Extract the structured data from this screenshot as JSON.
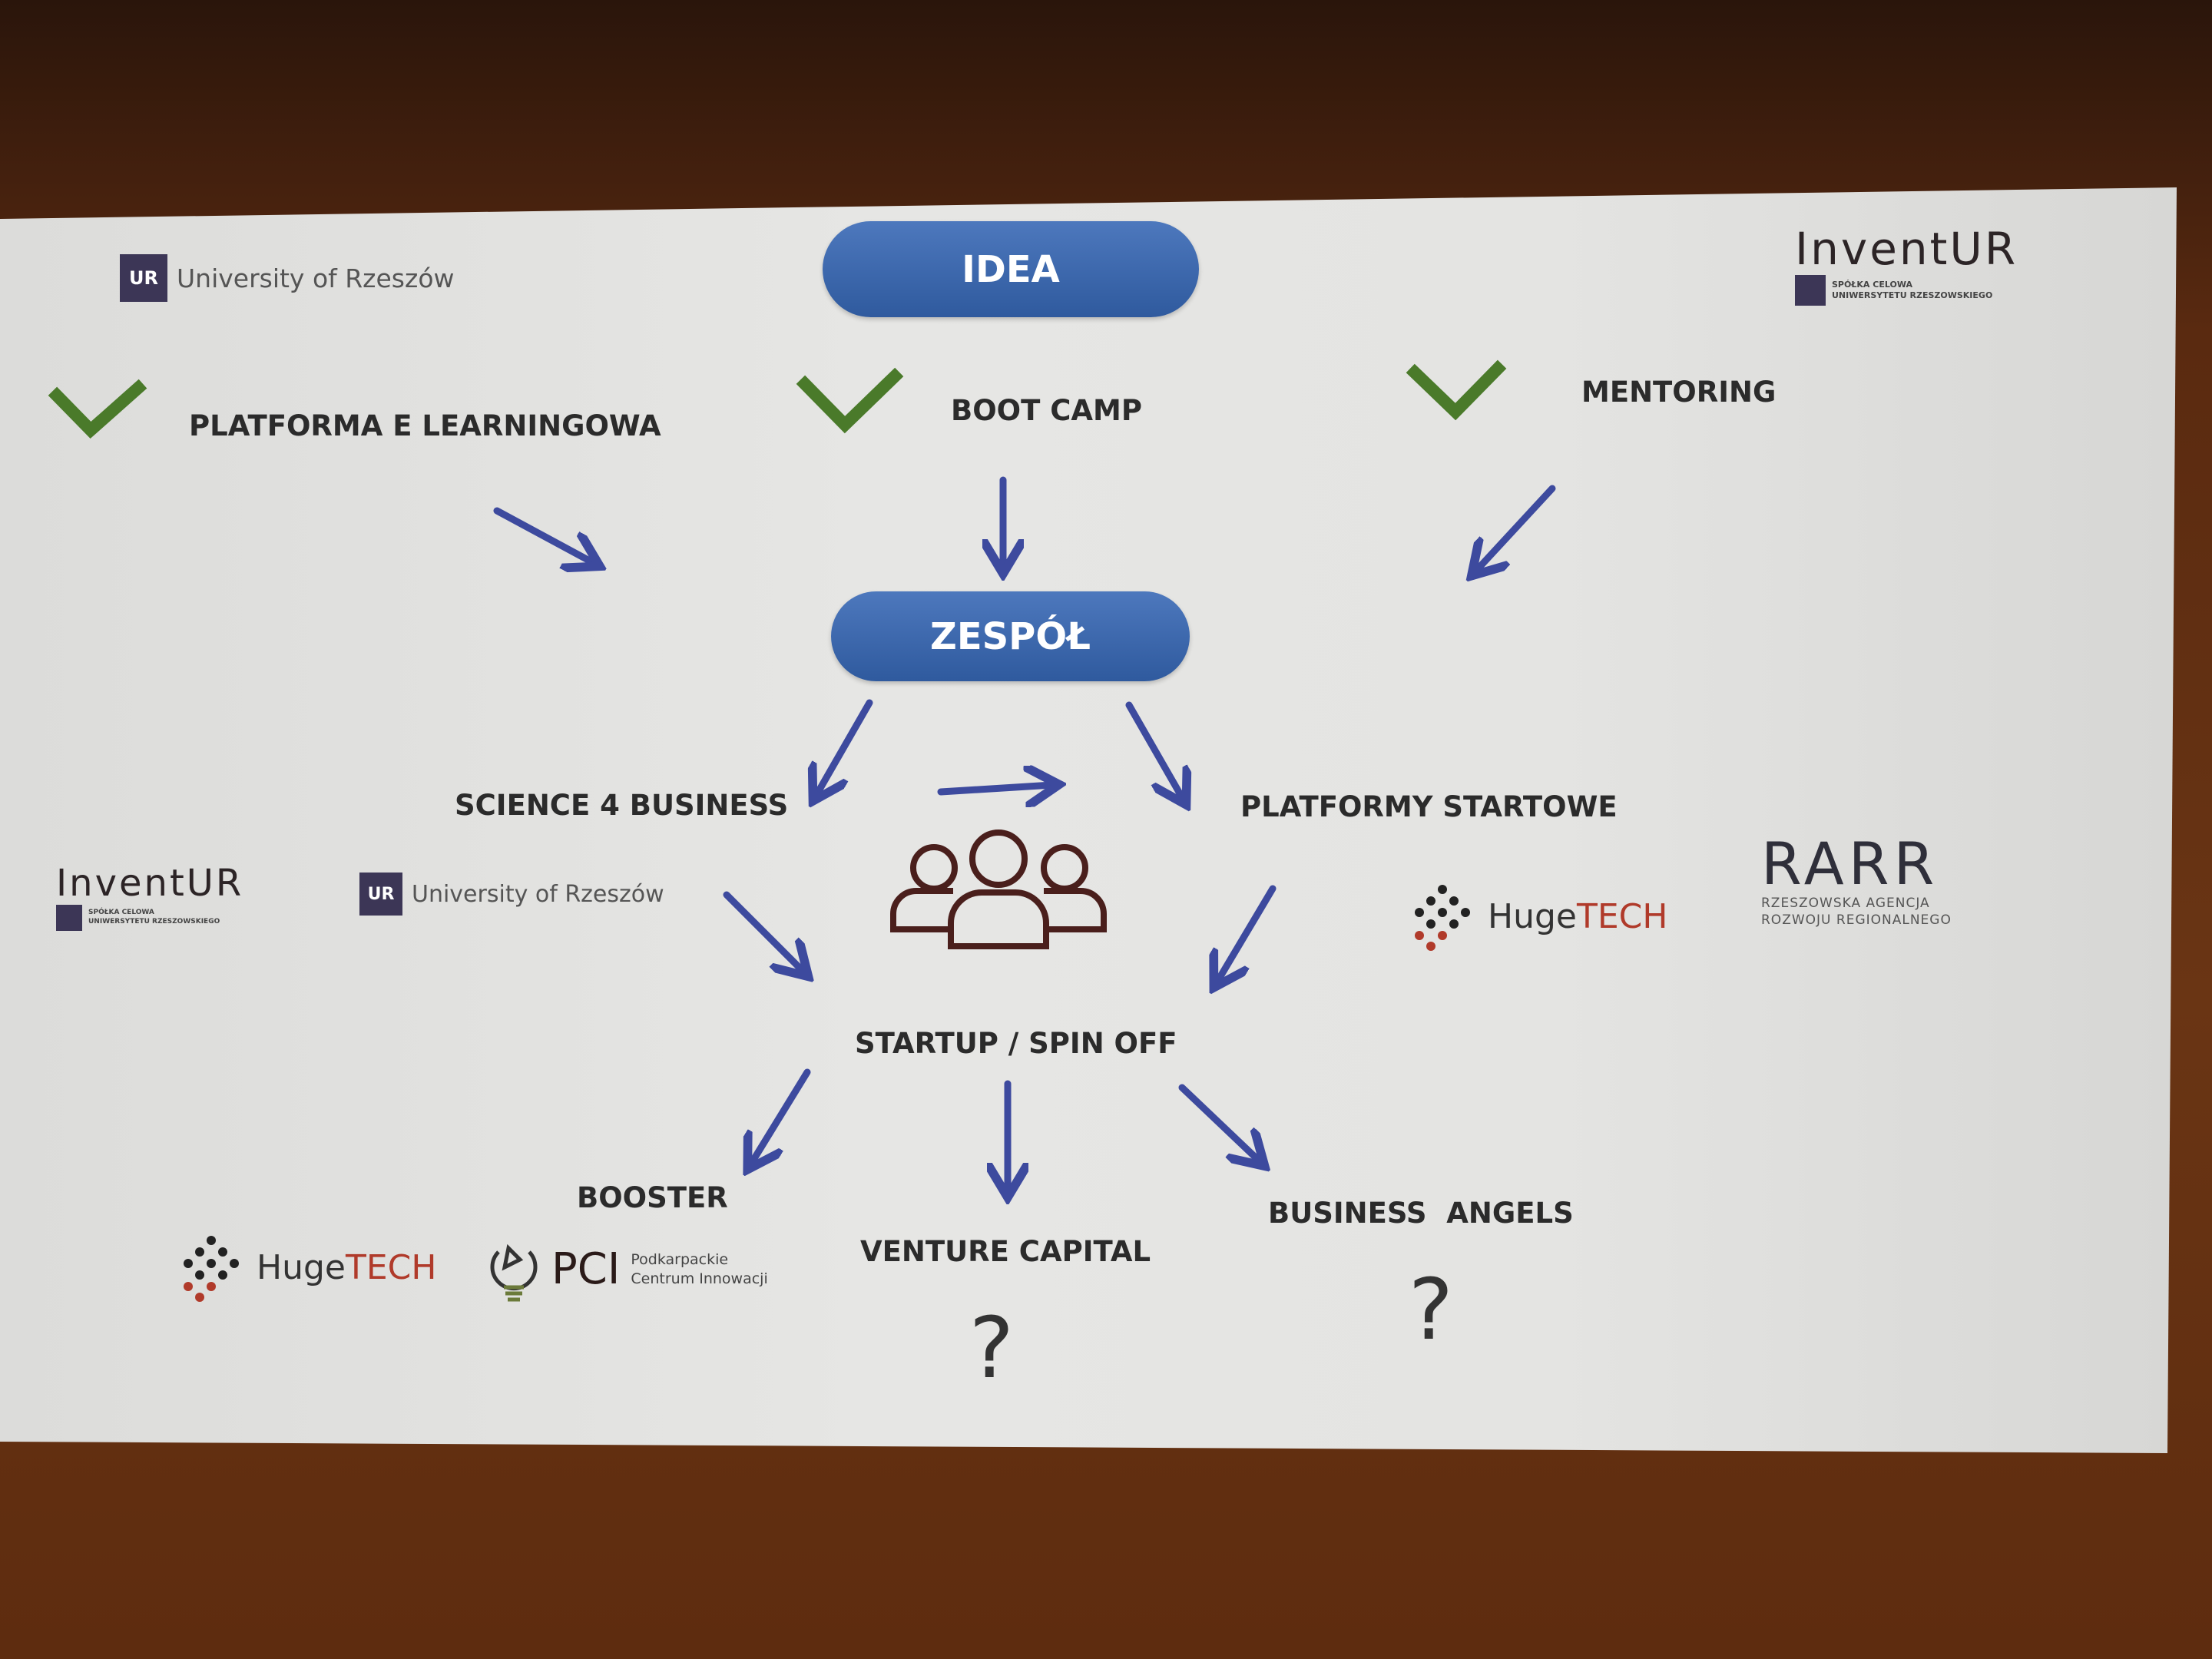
{
  "slide": {
    "idea": "IDEA",
    "team": "ZESPÓŁ",
    "checks": [
      "PLATFORMA E LEARNINGOWA",
      "BOOT CAMP",
      "MENTORING"
    ],
    "science": "SCIENCE 4 BUSINESS",
    "platforms": "PLATFORMY STARTOWE",
    "startup": "STARTUP / SPIN OFF",
    "booster": "BOOSTER",
    "vc": "VENTURE CAPITAL",
    "angels": "BUSINESS  ANGELS",
    "question": "?"
  },
  "logos": {
    "ur_mark": "UR",
    "ur_name": "University of Rzeszów",
    "inventur": "InventUR",
    "inventur_sub1": "SPÓŁKA CELOWA",
    "inventur_sub2": "UNIWERSYTETU RZESZOWSKIEGO",
    "huge_a": "Huge",
    "huge_b": "TECH",
    "rarr": "RARR",
    "rarr_sub1": "RZESZOWSKA AGENCJA",
    "rarr_sub2": "ROZWOJU REGIONALNEGO",
    "pci": "PCI",
    "pci_sub1": "Podkarpackie",
    "pci_sub2": "Centrum Innowacji"
  },
  "colors": {
    "arrow": "#3d4a9e",
    "pill": "#3a66ab",
    "check": "#4a7a2a"
  }
}
